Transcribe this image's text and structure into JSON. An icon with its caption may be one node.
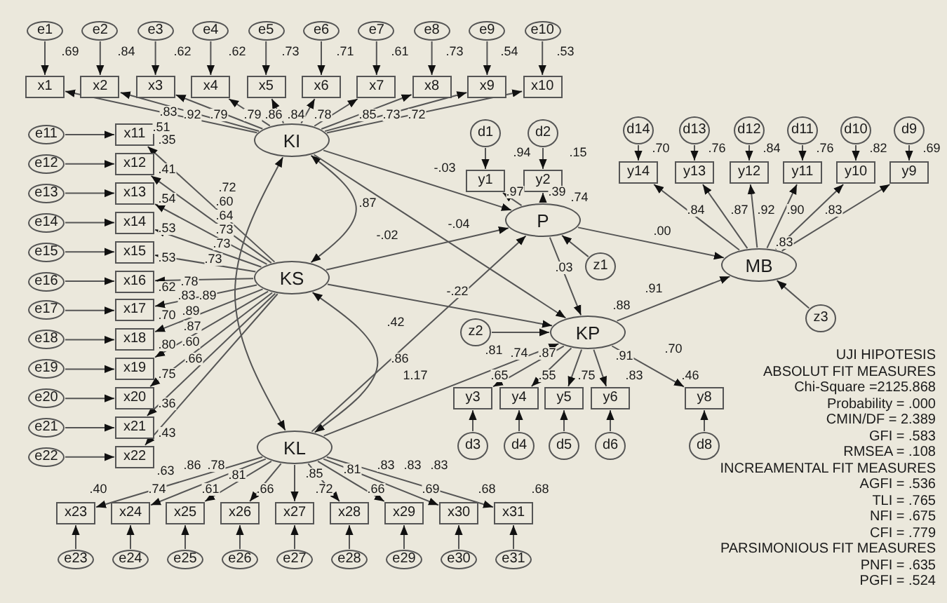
{
  "diagram": {
    "nodes": [
      {
        "text": [
          "e1"
        ]
      },
      {
        "text": [
          "e2"
        ]
      },
      {
        "text": [
          "e3"
        ]
      },
      {
        "text": [
          "e4"
        ]
      },
      {
        "text": [
          "e5"
        ]
      },
      {
        "text": [
          "e6"
        ]
      },
      {
        "text": [
          "e7"
        ]
      },
      {
        "text": [
          "e8"
        ]
      },
      {
        "text": [
          "e9"
        ]
      },
      {
        "text": [
          "e10"
        ]
      },
      {
        "text": [
          "x1"
        ]
      },
      {
        "text": [
          "x2"
        ]
      },
      {
        "text": [
          "x3"
        ]
      },
      {
        "text": [
          "x4"
        ]
      },
      {
        "text": [
          "x5"
        ]
      },
      {
        "text": [
          "x6"
        ]
      },
      {
        "text": [
          "x7"
        ]
      },
      {
        "text": [
          "x8"
        ]
      },
      {
        "text": [
          "x9"
        ]
      },
      {
        "text": [
          "x10"
        ]
      },
      {
        "text": [
          "e11"
        ]
      },
      {
        "text": [
          "e12"
        ]
      },
      {
        "text": [
          "e13"
        ]
      },
      {
        "text": [
          "e14"
        ]
      },
      {
        "text": [
          "e15"
        ]
      },
      {
        "text": [
          "e16"
        ]
      },
      {
        "text": [
          "e17"
        ]
      },
      {
        "text": [
          "e18"
        ]
      },
      {
        "text": [
          "e19"
        ]
      },
      {
        "text": [
          "e20"
        ]
      },
      {
        "text": [
          "e21"
        ]
      },
      {
        "text": [
          "e22"
        ]
      },
      {
        "text": [
          "x11"
        ]
      },
      {
        "text": [
          "x12"
        ]
      },
      {
        "text": [
          "x13"
        ]
      },
      {
        "text": [
          "x14"
        ]
      },
      {
        "text": [
          "x15"
        ]
      },
      {
        "text": [
          "x16"
        ]
      },
      {
        "text": [
          "x17"
        ]
      },
      {
        "text": [
          "x18"
        ]
      },
      {
        "text": [
          "x19"
        ]
      },
      {
        "text": [
          "x20"
        ]
      },
      {
        "text": [
          "x21"
        ]
      },
      {
        "text": [
          "x22"
        ]
      },
      {
        "text": [
          "KI"
        ]
      },
      {
        "text": [
          "KS"
        ]
      },
      {
        "text": [
          "KL"
        ]
      },
      {
        "text": [
          "d1"
        ]
      },
      {
        "text": [
          "d2"
        ]
      },
      {
        "text": [
          "y1"
        ]
      },
      {
        "text": [
          "y2"
        ]
      },
      {
        "text": [
          "P"
        ]
      },
      {
        "text": [
          "z1"
        ]
      },
      {
        "text": [
          "z2"
        ]
      },
      {
        "text": [
          "KP"
        ]
      },
      {
        "text": [
          "d14"
        ]
      },
      {
        "text": [
          "d13"
        ]
      },
      {
        "text": [
          "d12"
        ]
      },
      {
        "text": [
          "d11"
        ]
      },
      {
        "text": [
          "d10"
        ]
      },
      {
        "text": [
          "d9"
        ]
      },
      {
        "text": [
          "y14"
        ]
      },
      {
        "text": [
          "y13"
        ]
      },
      {
        "text": [
          "y12"
        ]
      },
      {
        "text": [
          "y11"
        ]
      },
      {
        "text": [
          "y10"
        ]
      },
      {
        "text": [
          "y9"
        ]
      },
      {
        "text": [
          "MB"
        ]
      },
      {
        "text": [
          "z3"
        ]
      },
      {
        "text": [
          "y3"
        ]
      },
      {
        "text": [
          "y4"
        ]
      },
      {
        "text": [
          "y5"
        ]
      },
      {
        "text": [
          "y6"
        ]
      },
      {
        "text": [
          "y8"
        ]
      },
      {
        "text": [
          "d3"
        ]
      },
      {
        "text": [
          "d4"
        ]
      },
      {
        "text": [
          "d5"
        ]
      },
      {
        "text": [
          "d6"
        ]
      },
      {
        "text": [
          "d8"
        ]
      },
      {
        "text": [
          "x23"
        ]
      },
      {
        "text": [
          "x24"
        ]
      },
      {
        "text": [
          "x25"
        ]
      },
      {
        "text": [
          "x26"
        ]
      },
      {
        "text": [
          "x27"
        ]
      },
      {
        "text": [
          "x28"
        ]
      },
      {
        "text": [
          "x29"
        ]
      },
      {
        "text": [
          "x30"
        ]
      },
      {
        "text": [
          "x31"
        ]
      },
      {
        "text": [
          "e23"
        ]
      },
      {
        "text": [
          "e24"
        ]
      },
      {
        "text": [
          "e25"
        ]
      },
      {
        "text": [
          "e26"
        ]
      },
      {
        "text": [
          "e27"
        ]
      },
      {
        "text": [
          "e28"
        ]
      },
      {
        "text": [
          "e29"
        ]
      },
      {
        "text": [
          "e30"
        ]
      },
      {
        "text": [
          "e31"
        ]
      }
    ],
    "edges": [
      {
        "from": 0,
        "to": 10,
        "arrow": "to"
      },
      {
        "from": 1,
        "to": 11,
        "arrow": "to"
      },
      {
        "from": 2,
        "to": 12,
        "arrow": "to"
      },
      {
        "from": 3,
        "to": 13,
        "arrow": "to"
      },
      {
        "from": 4,
        "to": 14,
        "arrow": "to"
      },
      {
        "from": 5,
        "to": 15,
        "arrow": "to"
      },
      {
        "from": 6,
        "to": 16,
        "arrow": "to"
      },
      {
        "from": 7,
        "to": 17,
        "arrow": "to"
      },
      {
        "from": 8,
        "to": 18,
        "arrow": "to"
      },
      {
        "from": 9,
        "to": 19,
        "arrow": "to"
      },
      {
        "from": 44,
        "to": 10,
        "arrow": "to"
      },
      {
        "from": 44,
        "to": 11,
        "arrow": "to"
      },
      {
        "from": 44,
        "to": 12,
        "arrow": "to"
      },
      {
        "from": 44,
        "to": 13,
        "arrow": "to"
      },
      {
        "from": 44,
        "to": 14,
        "arrow": "to"
      },
      {
        "from": 44,
        "to": 15,
        "arrow": "to"
      },
      {
        "from": 44,
        "to": 16,
        "arrow": "to"
      },
      {
        "from": 44,
        "to": 17,
        "arrow": "to"
      },
      {
        "from": 44,
        "to": 18,
        "arrow": "to"
      },
      {
        "from": 44,
        "to": 19,
        "arrow": "to"
      },
      {
        "from": 20,
        "to": 32,
        "arrow": "to"
      },
      {
        "from": 21,
        "to": 33,
        "arrow": "to"
      },
      {
        "from": 22,
        "to": 34,
        "arrow": "to"
      },
      {
        "from": 23,
        "to": 35,
        "arrow": "to"
      },
      {
        "from": 24,
        "to": 36,
        "arrow": "to"
      },
      {
        "from": 25,
        "to": 37,
        "arrow": "to"
      },
      {
        "from": 26,
        "to": 38,
        "arrow": "to"
      },
      {
        "from": 27,
        "to": 39,
        "arrow": "to"
      },
      {
        "from": 28,
        "to": 40,
        "arrow": "to"
      },
      {
        "from": 29,
        "to": 41,
        "arrow": "to"
      },
      {
        "from": 30,
        "to": 42,
        "arrow": "to"
      },
      {
        "from": 31,
        "to": 43,
        "arrow": "to"
      },
      {
        "from": 45,
        "to": 32,
        "arrow": "to"
      },
      {
        "from": 45,
        "to": 33,
        "arrow": "to"
      },
      {
        "from": 45,
        "to": 34,
        "arrow": "to"
      },
      {
        "from": 45,
        "to": 35,
        "arrow": "to"
      },
      {
        "from": 45,
        "to": 36,
        "arrow": "to"
      },
      {
        "from": 45,
        "to": 37,
        "arrow": "to"
      },
      {
        "from": 45,
        "to": 38,
        "arrow": "to"
      },
      {
        "from": 45,
        "to": 39,
        "arrow": "to"
      },
      {
        "from": 45,
        "to": 40,
        "arrow": "to"
      },
      {
        "from": 45,
        "to": 41,
        "arrow": "to"
      },
      {
        "from": 45,
        "to": 42,
        "arrow": "to"
      },
      {
        "from": 45,
        "to": 43,
        "arrow": "to"
      },
      {
        "from": 46,
        "to": 79,
        "arrow": "to"
      },
      {
        "from": 46,
        "to": 80,
        "arrow": "to"
      },
      {
        "from": 46,
        "to": 81,
        "arrow": "to"
      },
      {
        "from": 46,
        "to": 82,
        "arrow": "to"
      },
      {
        "from": 46,
        "to": 83,
        "arrow": "to"
      },
      {
        "from": 46,
        "to": 84,
        "arrow": "to"
      },
      {
        "from": 46,
        "to": 85,
        "arrow": "to"
      },
      {
        "from": 46,
        "to": 86,
        "arrow": "to"
      },
      {
        "from": 46,
        "to": 87,
        "arrow": "to"
      },
      {
        "from": 88,
        "to": 79,
        "arrow": "to"
      },
      {
        "from": 89,
        "to": 80,
        "arrow": "to"
      },
      {
        "from": 90,
        "to": 81,
        "arrow": "to"
      },
      {
        "from": 91,
        "to": 82,
        "arrow": "to"
      },
      {
        "from": 92,
        "to": 83,
        "arrow": "to"
      },
      {
        "from": 93,
        "to": 84,
        "arrow": "to"
      },
      {
        "from": 94,
        "to": 85,
        "arrow": "to"
      },
      {
        "from": 95,
        "to": 86,
        "arrow": "to"
      },
      {
        "from": 96,
        "to": 87,
        "arrow": "to"
      },
      {
        "from": 44,
        "to": 45,
        "arrow": "both"
      },
      {
        "from": 45,
        "to": 46,
        "arrow": "both"
      },
      {
        "from": 44,
        "to": 46,
        "arrow": "both"
      },
      {
        "from": 44,
        "to": 51,
        "arrow": "to"
      },
      {
        "from": 45,
        "to": 51,
        "arrow": "to"
      },
      {
        "from": 46,
        "to": 51,
        "arrow": "to"
      },
      {
        "from": 44,
        "to": 54,
        "arrow": "to"
      },
      {
        "from": 45,
        "to": 54,
        "arrow": "to"
      },
      {
        "from": 46,
        "to": 54,
        "arrow": "to"
      },
      {
        "from": 51,
        "to": 54,
        "arrow": "to"
      },
      {
        "from": 52,
        "to": 51,
        "arrow": "to"
      },
      {
        "from": 53,
        "to": 54,
        "arrow": "to"
      },
      {
        "from": 51,
        "to": 67,
        "arrow": "to"
      },
      {
        "from": 54,
        "to": 67,
        "arrow": "to"
      },
      {
        "from": 68,
        "to": 67,
        "arrow": "to"
      },
      {
        "from": 51,
        "to": 49,
        "arrow": "to"
      },
      {
        "from": 51,
        "to": 50,
        "arrow": "to"
      },
      {
        "from": 47,
        "to": 49,
        "arrow": "to"
      },
      {
        "from": 48,
        "to": 50,
        "arrow": "to"
      },
      {
        "from": 54,
        "to": 69,
        "arrow": "to"
      },
      {
        "from": 54,
        "to": 70,
        "arrow": "to"
      },
      {
        "from": 54,
        "to": 71,
        "arrow": "to"
      },
      {
        "from": 54,
        "to": 72,
        "arrow": "to"
      },
      {
        "from": 54,
        "to": 73,
        "arrow": "to"
      },
      {
        "from": 74,
        "to": 69,
        "arrow": "to"
      },
      {
        "from": 75,
        "to": 70,
        "arrow": "to"
      },
      {
        "from": 76,
        "to": 71,
        "arrow": "to"
      },
      {
        "from": 77,
        "to": 72,
        "arrow": "to"
      },
      {
        "from": 78,
        "to": 73,
        "arrow": "to"
      },
      {
        "from": 67,
        "to": 61,
        "arrow": "to"
      },
      {
        "from": 67,
        "to": 62,
        "arrow": "to"
      },
      {
        "from": 67,
        "to": 63,
        "arrow": "to"
      },
      {
        "from": 67,
        "to": 64,
        "arrow": "to"
      },
      {
        "from": 67,
        "to": 65,
        "arrow": "to"
      },
      {
        "from": 67,
        "to": 66,
        "arrow": "to"
      },
      {
        "from": 55,
        "to": 61,
        "arrow": "to"
      },
      {
        "from": 56,
        "to": 62,
        "arrow": "to"
      },
      {
        "from": 57,
        "to": 63,
        "arrow": "to"
      },
      {
        "from": 58,
        "to": 64,
        "arrow": "to"
      },
      {
        "from": 59,
        "to": 65,
        "arrow": "to"
      },
      {
        "from": 60,
        "to": 66,
        "arrow": "to"
      }
    ],
    "labels": [
      ".69",
      ".84",
      ".62",
      ".62",
      ".73",
      ".71",
      ".61",
      ".73",
      ".54",
      ".53",
      ".83",
      ".92",
      ".79",
      ".79",
      ".86",
      ".84",
      ".78",
      ".85",
      ".73",
      ".72",
      ".51",
      ".94",
      ".15",
      "-.03",
      ".97",
      ".39",
      ".74",
      ".87",
      "-.02",
      "-.04",
      ".03",
      "-.22",
      ".42",
      ".86",
      "1.17",
      ".88",
      ".81",
      ".74",
      ".87",
      ".91",
      ".65",
      ".55",
      ".75",
      ".83",
      ".91",
      ".70",
      ".46",
      ".00",
      ".70",
      ".76",
      ".84",
      ".76",
      ".82",
      ".69",
      ".84",
      ".87",
      ".92",
      ".90",
      ".83",
      ".83",
      ".35",
      ".41",
      ".54",
      ".53",
      ".53",
      ".62",
      ".70",
      ".80",
      ".75",
      ".36",
      ".43",
      ".63",
      ".72",
      ".60",
      ".64",
      ".73",
      ".73",
      ".73",
      ".78",
      ".83",
      ".89",
      ".89",
      ".87",
      ".60",
      ".66",
      ".86",
      ".78",
      ".81",
      ".40",
      ".74",
      ".61",
      ".66",
      ".85",
      ".72",
      ".81",
      ".83",
      ".83",
      ".83",
      ".66",
      ".69",
      ".68",
      ".68",
      "UJI HIPOTESIS",
      "ABSOLUT FIT MEASURES",
      "Chi-Square =2125.868",
      "Probability = .000",
      "CMIN/DF = 2.389",
      "GFI = .583",
      "RMSEA = .108",
      "INCREAMENTAL FIT MEASURES",
      "AGFI = .536",
      "TLI = .765",
      "NFI = .675",
      "CFI = .779",
      "PARSIMONIOUS FIT MEASURES",
      "PNFI = .635",
      "PGFI = .524"
    ]
  }
}
